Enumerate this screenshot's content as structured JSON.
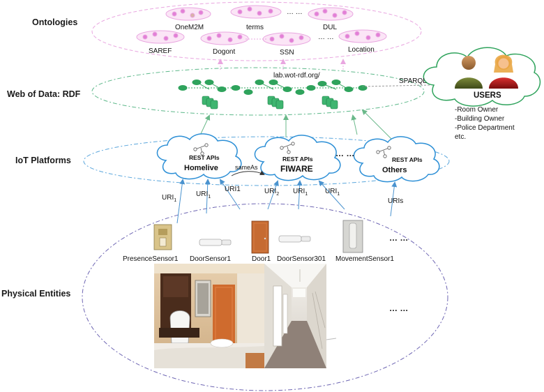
{
  "layers": {
    "ontologies": "Ontologies",
    "web_of_data": "Web of Data: RDF",
    "iot_platforms": "IoT Platforms",
    "physical_entities": "Physical Entities"
  },
  "ontologies": {
    "onem2m": "OneM2M",
    "terms": "terms",
    "dots1": "… …",
    "dul": "DUL",
    "saref": "SAREF",
    "dogont": "Dogont",
    "ssn": "SSN",
    "dots2": "… …",
    "location": "Location"
  },
  "web_of_data": {
    "endpoint": "lab.wot-rdf.org/",
    "sparql": "SPARQL"
  },
  "users": {
    "title": "USERS",
    "roles": [
      "-Room Owner",
      "-Building Owner",
      "-Police Department",
      "etc."
    ]
  },
  "platforms": {
    "rest": "REST APIs",
    "homelive": "Homelive",
    "fiware": "FIWARE",
    "others": "Others",
    "dots": "… …",
    "same_as": "sameAs"
  },
  "uris": {
    "u1": "URI",
    "u1_sub": "1",
    "u2": "URI",
    "u2_sub": "1",
    "u3": "URI1",
    "u4": "URI",
    "u4_sub": "2",
    "u5": "URI",
    "u5_sub": "1",
    "u6": "URI",
    "u6_sub": "1",
    "u7": "URIs"
  },
  "devices": {
    "presence": "PresenceSensor1",
    "door_sensor": "DoorSensor1",
    "door": "Door1",
    "door_sensor301": "DoorSensor301",
    "movement": "MovementSensor1",
    "dots1": "… …",
    "dots2": "… …"
  },
  "colors": {
    "ontology_pink": "#e27fd6",
    "rdf_green": "#2fa35c",
    "platform_blue": "#2c8fd6",
    "arrow_green": "#6ab98a",
    "arrow_blue": "#4a93cf",
    "ellipse_purple": "#6e66b3"
  }
}
